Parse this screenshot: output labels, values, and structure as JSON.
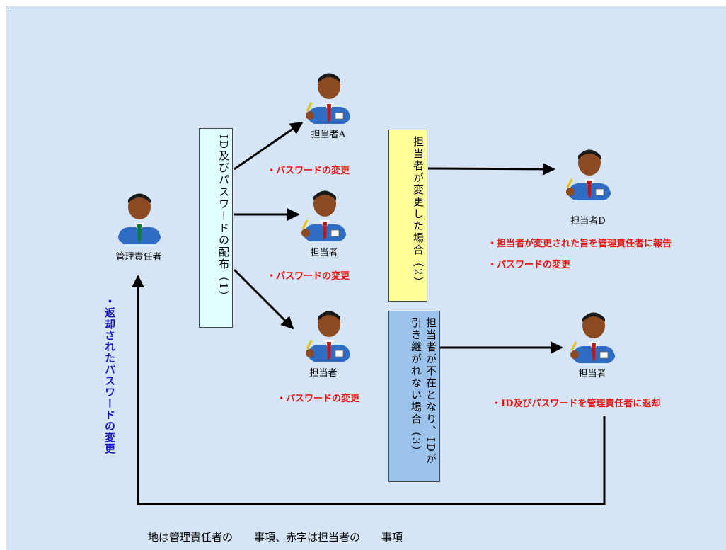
{
  "people": {
    "admin": "管理責任者",
    "a": "担当者A",
    "b": "担当者",
    "c": "担当者",
    "d": "担当者D",
    "e": "担当者"
  },
  "process": {
    "distribute": "ID及びパスワードの配布（1）",
    "changed": "担当者が変更した場合（2）",
    "absent": "担当者が不在となり、IDが引き継がれない場合（3）"
  },
  "notes": {
    "a_change": "・パスワードの変更",
    "b_change": "・パスワードの変更",
    "c_change": "・パスワードの変更",
    "d_report": "・担当者が変更された旨を管理責任者に報告",
    "d_change": "・パスワードの変更",
    "e_return": "・ID及びパスワードを管理責任者に返却",
    "admin_change": "・返却されたパスワードの変更"
  },
  "footer": "地は管理責任者の　　事項、赤字は担当者の　　事項",
  "colors": {
    "background": "#d6e5f5",
    "note_red": "#e8140f",
    "note_blue": "#1414c8",
    "box_cyan": "#e0ffff",
    "box_yellow": "#ffff9a",
    "box_blue": "#9cc3ec"
  }
}
